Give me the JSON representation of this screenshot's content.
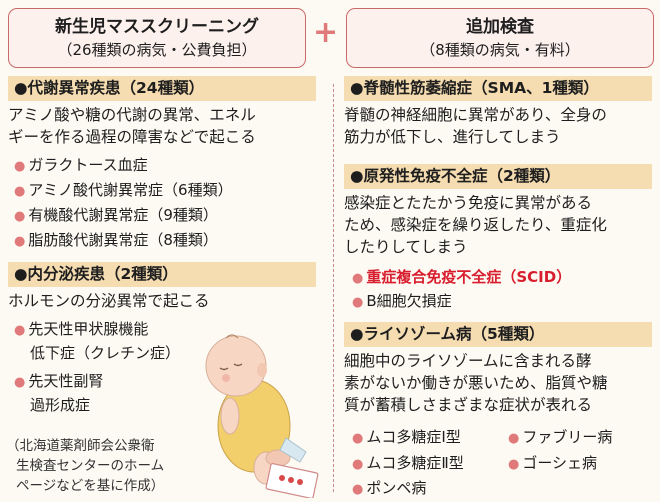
{
  "left_box": {
    "title": "新生児マススクリーニング",
    "subtitle": "（26種類の病気・公費負担）"
  },
  "right_box": {
    "title": "追加検査",
    "subtitle": "（8種類の病気・有料）"
  },
  "plus": "+",
  "metabolic": {
    "header": "●代謝異常疾患（24種類）",
    "desc": [
      "アミノ酸や糖の代謝の異常、エネル",
      "ギーを作る過程の障害などで起こる"
    ],
    "items": [
      "ガラクトース血症",
      "アミノ酸代謝異常症（6種類）",
      "有機酸代謝異常症（9種類）",
      "脂肪酸代謝異常症（8種類）"
    ]
  },
  "endocrine": {
    "header": "●内分泌疾患（2種類）",
    "desc": [
      "ホルモンの分泌異常で起こる"
    ],
    "items": [
      {
        "line1": "先天性甲状腺機能",
        "line2": "低下症（クレチン症）"
      },
      {
        "line1": "先天性副腎",
        "line2": "過形成症"
      }
    ]
  },
  "source": [
    "（北海道薬剤師会公衆衛",
    "生検査センターのホーム",
    "ページなどを基に作成）"
  ],
  "sma": {
    "header": "●脊髄性筋萎縮症（SMA、1種類）",
    "desc": [
      "脊髄の神経細胞に異常があり、全身の",
      "筋力が低下し、進行してしまう"
    ]
  },
  "immuno": {
    "header": "●原発性免疫不全症（2種類）",
    "desc": [
      "感染症とたたかう免疫に異常がある",
      "ため、感染症を繰り返したり、重症化",
      "したりしてしまう"
    ],
    "items": [
      "重症複合免疫不全症（SCID）",
      "B細胞欠損症"
    ]
  },
  "lysosome": {
    "header": "●ライソゾーム病（5種類）",
    "desc": [
      "細胞中のライソゾームに含まれる酵",
      "素がないか働きが悪いため、脂質や糖",
      "質が蓄積しさまざまな症状が表れる"
    ],
    "items_left": [
      "ムコ多糖症Ⅰ型",
      "ムコ多糖症Ⅱ型",
      "ポンペ病"
    ],
    "items_right": [
      "ファブリー病",
      "ゴーシェ病"
    ]
  },
  "colors": {
    "header_bg": "#f5dcb1",
    "box_border": "#c96a6a",
    "box_bg": "#fdf1ee",
    "bullet": "#e07a7a",
    "highlight": "#d81e2e"
  }
}
